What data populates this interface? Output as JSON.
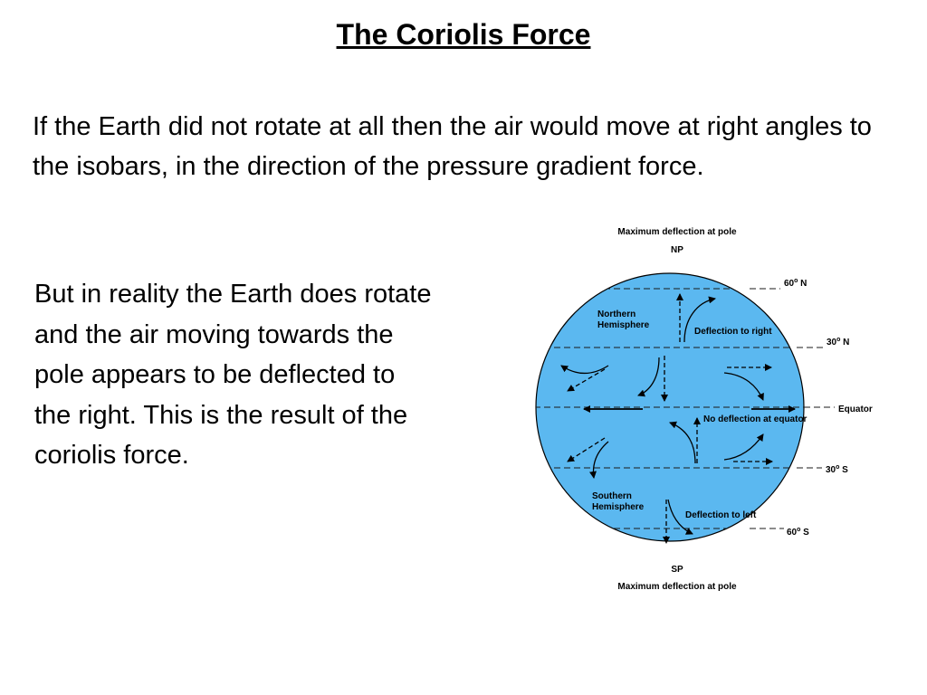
{
  "slide": {
    "title": "The Coriolis Force",
    "intro": "If the Earth did not rotate at all then the air would move at right angles to the isobars, in the direction of the pressure gradient force.",
    "explanation": "But in reality the Earth does rotate and the air moving towards the pole appears to be deflected to the right. This is the result of the coriolis force."
  },
  "diagram": {
    "globe_color": "#5bb8f0",
    "labels": {
      "top_caption": "Maximum deflection at pole",
      "north_pole": "NP",
      "lat_60n": "60",
      "lat_60n_suffix": " N",
      "northern_hemisphere_1": "Northern",
      "northern_hemisphere_2": "Hemisphere",
      "deflection_right": "Deflection to right",
      "lat_30n": "30",
      "lat_30n_suffix": " N",
      "equator": "Equator",
      "no_deflection": "No deflection at equator",
      "lat_30s": "30",
      "lat_30s_suffix": " S",
      "southern_hemisphere_1": "Southern",
      "southern_hemisphere_2": "Hemisphere",
      "deflection_left": "Deflection to left",
      "lat_60s": "60",
      "lat_60s_suffix": " S",
      "south_pole": "SP",
      "bottom_caption": "Maximum deflection at pole",
      "degree_symbol": "o"
    }
  }
}
